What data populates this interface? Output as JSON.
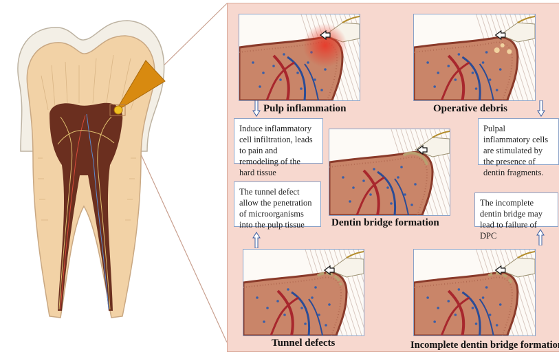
{
  "colors": {
    "panel_bg": "#f7d8cf",
    "pulp": "#6b2f1f",
    "enamel": "#f3efe6",
    "dentin": "#f2d2a6",
    "instrument": "#d88a10",
    "tissue": "#c98569",
    "vessel_red": "#a8272d",
    "vessel_blue": "#2b4c96",
    "inflammation": "#e83a2a",
    "note_border": "#8aa2c8"
  },
  "stages": [
    {
      "caption": "Pulp inflammation",
      "variant": "inflammation"
    },
    {
      "caption": "Operative debris",
      "variant": "debris"
    },
    {
      "caption": "Dentin bridge formation",
      "variant": "bridge"
    },
    {
      "caption": "Tunnel defects",
      "variant": "tunnel"
    },
    {
      "caption": "Incomplete dentin bridge formation",
      "variant": "incomplete"
    }
  ],
  "notes": [
    {
      "text": "Induce inflammatory cell infiltration, leads to pain and remodeling of the hard tissue"
    },
    {
      "text": "Pulpal inflammatory cells are stimulated by the presence of dentin fragments."
    },
    {
      "text": "The tunnel defect allow the penetration of microorganisms into the pulp tissue"
    },
    {
      "text": "The incomplete dentin bridge may lead to failure of DPC"
    }
  ],
  "icons": {
    "tooth": "tooth-illustration",
    "arrow_down": "arrow-down-icon",
    "arrow_up": "arrow-up-icon",
    "pointer": "pointer-arrow-icon"
  }
}
